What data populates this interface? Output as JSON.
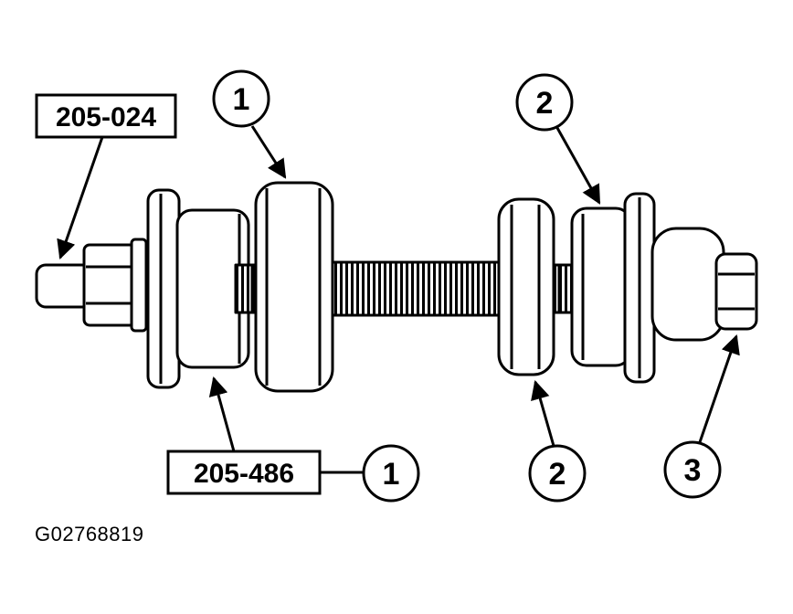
{
  "labels": {
    "tool_top": "205-024",
    "tool_bottom": "205-486"
  },
  "callouts": [
    "1",
    "1",
    "2",
    "2",
    "3"
  ],
  "figure_id": "G02768819",
  "colors": {
    "ink": "#000000",
    "paper": "#ffffff"
  }
}
